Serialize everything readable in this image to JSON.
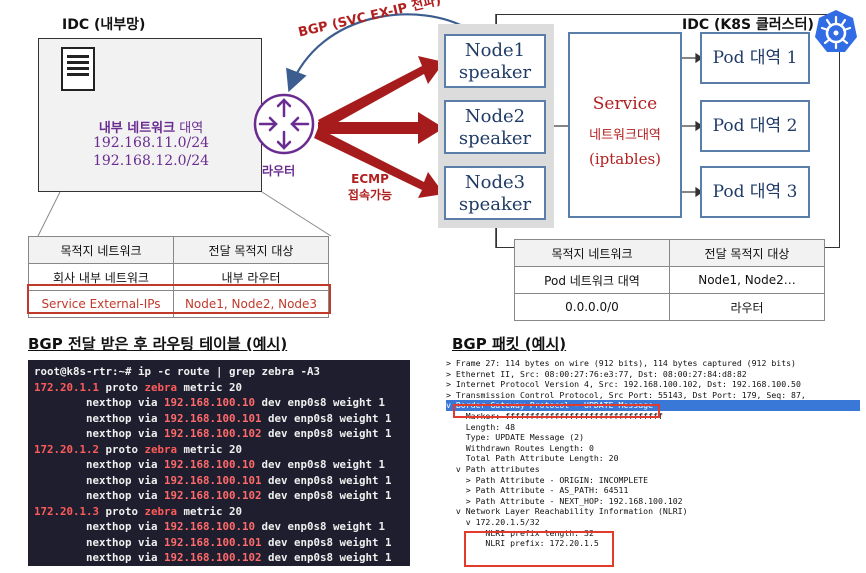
{
  "idc_left": {
    "title": "IDC (내부망)",
    "internal_label_bold": "내부 네트워크",
    "internal_label_rest": " 대역",
    "cidrs": [
      "192.168.11.0/24",
      "192.168.12.0/24"
    ]
  },
  "idc_right": {
    "title": "IDC (K8S 클러스터)",
    "nodes": [
      {
        "line1": "Node1",
        "line2": "speaker"
      },
      {
        "line1": "Node2",
        "line2": "speaker"
      },
      {
        "line1": "Node3",
        "line2": "speaker"
      }
    ],
    "service": {
      "title": "Service",
      "subtitle": "네트워크대역",
      "mode": "(iptables)"
    },
    "pods": [
      "Pod 대역 1",
      "Pod 대역 2",
      "Pod 대역 3"
    ]
  },
  "labels": {
    "bgp": "BGP (SVC EX-IP 전파)",
    "router": "라우터",
    "ecmp_line1": "ECMP",
    "ecmp_line2": "접속가능"
  },
  "left_table": {
    "headers": [
      "목적지 네트워크",
      "전달 목적지 대상"
    ],
    "rows": [
      [
        "회사 내부 네트워크",
        "내부 라우터"
      ],
      [
        "Service External-IPs",
        "Node1, Node2, Node3"
      ]
    ]
  },
  "right_table": {
    "headers": [
      "목적지 네트워크",
      "전달 목적지 대상"
    ],
    "rows": [
      [
        "Pod 네트워크 대역",
        "Node1, Node2…"
      ],
      [
        "0.0.0.0/0",
        "라우터"
      ]
    ]
  },
  "routing": {
    "title": "BGP 전달 받은 후 라우팅 테이블 (예시)",
    "prompt": "root@k8s-rtr:~# ip -c route | grep zebra -A3",
    "routes": [
      {
        "prefix": "172.20.1.1",
        "proto": "proto",
        "zebra": "zebra",
        "metric": "metric 20",
        "hops": [
          "192.168.100.10",
          "192.168.100.101",
          "192.168.100.102"
        ]
      },
      {
        "prefix": "172.20.1.2",
        "proto": "proto",
        "zebra": "zebra",
        "metric": "metric 20",
        "hops": [
          "192.168.100.10",
          "192.168.100.101",
          "192.168.100.102"
        ]
      },
      {
        "prefix": "172.20.1.3",
        "proto": "proto",
        "zebra": "zebra",
        "metric": "metric 20",
        "hops": [
          "192.168.100.10",
          "192.168.100.101",
          "192.168.100.102"
        ]
      }
    ],
    "nexthop_prefix": "        nexthop via ",
    "nexthop_suffix": " dev enp0s8 weight 1"
  },
  "packet": {
    "title": "BGP 패킷 (예시)",
    "lines": [
      {
        "text": "> Frame 27: 114 bytes on wire (912 bits), 114 bytes captured (912 bits)",
        "sel": false
      },
      {
        "text": "> Ethernet II, Src: 08:00:27:76:e3:77, Dst: 08:00:27:84:d8:82",
        "sel": false
      },
      {
        "text": "> Internet Protocol Version 4, Src: 192.168.100.102, Dst: 192.168.100.50",
        "sel": false
      },
      {
        "text": "> Transmission Control Protocol, Src Port: 55143, Dst Port: 179, Seq: 87,",
        "sel": false
      },
      {
        "text": "v Border Gateway Protocol - UPDATE Message",
        "sel": true
      },
      {
        "text": "    Marker: ffffffffffffffffffffffffffffffff",
        "sel": false
      },
      {
        "text": "    Length: 48",
        "sel": false
      },
      {
        "text": "    Type: UPDATE Message (2)",
        "sel": false
      },
      {
        "text": "    Withdrawn Routes Length: 0",
        "sel": false
      },
      {
        "text": "    Total Path Attribute Length: 20",
        "sel": false
      },
      {
        "text": "  v Path attributes",
        "sel": false
      },
      {
        "text": "    > Path Attribute - ORIGIN: INCOMPLETE",
        "sel": false
      },
      {
        "text": "    > Path Attribute - AS_PATH: 64511",
        "sel": false
      },
      {
        "text": "    > Path Attribute - NEXT_HOP: 192.168.100.102",
        "sel": false
      },
      {
        "text": "  v Network Layer Reachability Information (NLRI)",
        "sel": false
      },
      {
        "text": "    v 172.20.1.5/32",
        "sel": false
      },
      {
        "text": "        NLRI prefix length: 32",
        "sel": false
      },
      {
        "text": "        NLRI prefix: 172.20.1.5",
        "sel": false
      }
    ]
  },
  "colors": {
    "arrow_red": "#a61c1c",
    "router_purple": "#6a2c91",
    "node_border": "#5b7ea8",
    "k8s_blue": "#326ce5",
    "highlight_box": "#e23b2e"
  },
  "icons": [
    "server-icon",
    "router-icon",
    "kubernetes-icon"
  ]
}
